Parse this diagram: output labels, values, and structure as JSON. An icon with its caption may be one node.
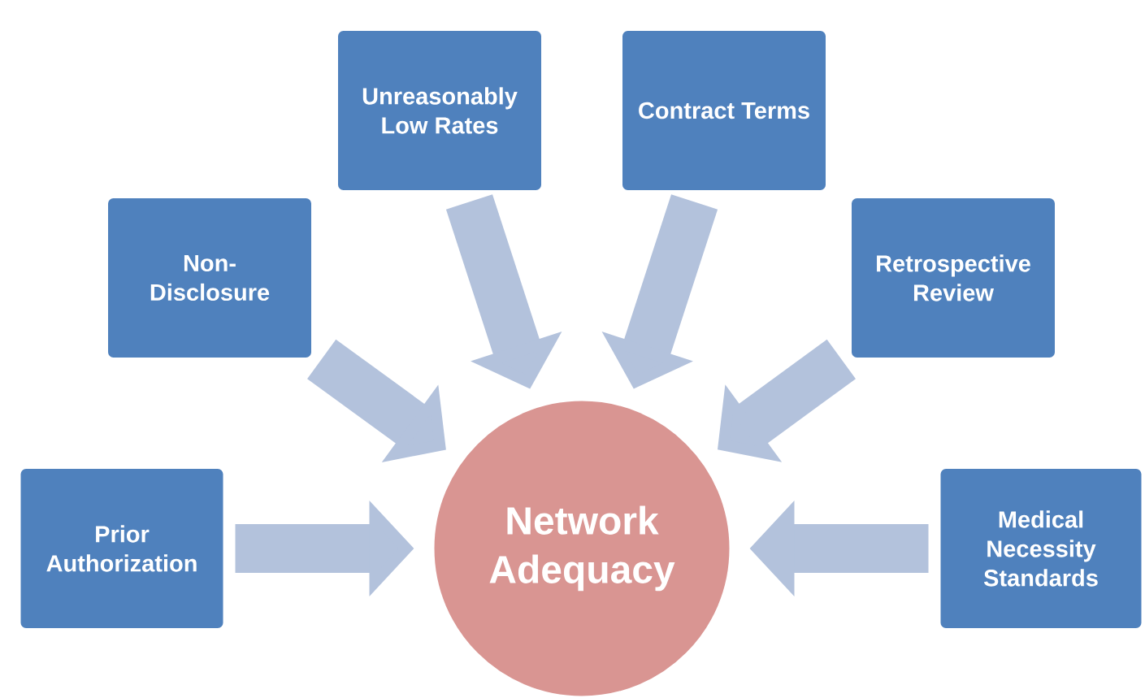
{
  "diagram": {
    "nodes": [
      {
        "text": [
          "Unreasonably Low Rates"
        ]
      },
      {
        "text": [
          "Contract Terms"
        ]
      },
      {
        "text": [
          "Non-Disclosure"
        ]
      },
      {
        "text": [
          "Retrospective Review"
        ]
      },
      {
        "text": [
          "Prior Authorization"
        ]
      },
      {
        "text": [
          "Network Adequacy"
        ]
      },
      {
        "text": [
          "Medical Necessity Standards"
        ]
      }
    ],
    "edges": [
      {
        "from": 0,
        "to": 5,
        "arrow": "to"
      },
      {
        "from": 1,
        "to": 5,
        "arrow": "to"
      },
      {
        "from": 2,
        "to": 5,
        "arrow": "to"
      },
      {
        "from": 3,
        "to": 5,
        "arrow": "to"
      },
      {
        "from": 4,
        "to": 5,
        "arrow": "to"
      },
      {
        "from": 6,
        "to": 5,
        "arrow": "to"
      }
    ]
  }
}
